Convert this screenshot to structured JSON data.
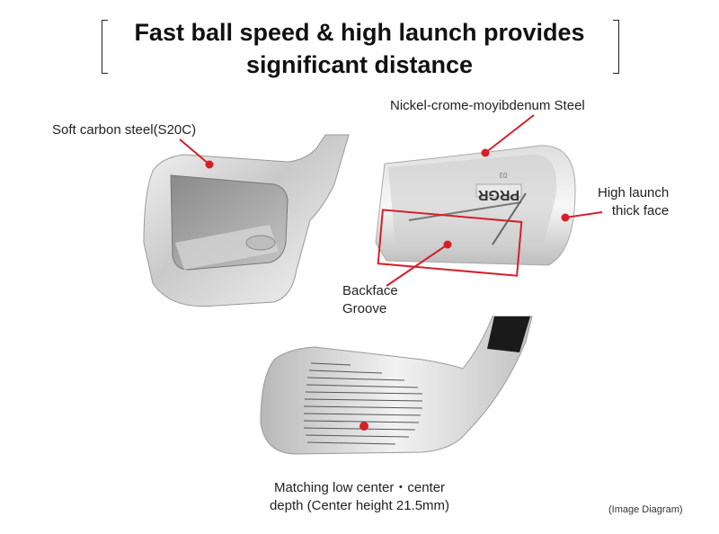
{
  "title": {
    "line1": "Fast ball speed & high launch provides",
    "line2": "significant distance"
  },
  "labels": {
    "soft_carbon": "Soft carbon steel(S20C)",
    "nickel": "Nickel-crome-moyibdenum Steel",
    "high_launch_1": "High launch",
    "high_launch_2": "thick face",
    "groove_1": "Backface",
    "groove_2": "Groove",
    "center_1": "Matching low center・center",
    "center_2": "depth (Center height 21.5mm)",
    "image_diagram": "(Image Diagram)"
  },
  "brand": {
    "name": "PRGR",
    "model": "03"
  },
  "colors": {
    "accent": "#d4202a",
    "text": "#222222"
  }
}
